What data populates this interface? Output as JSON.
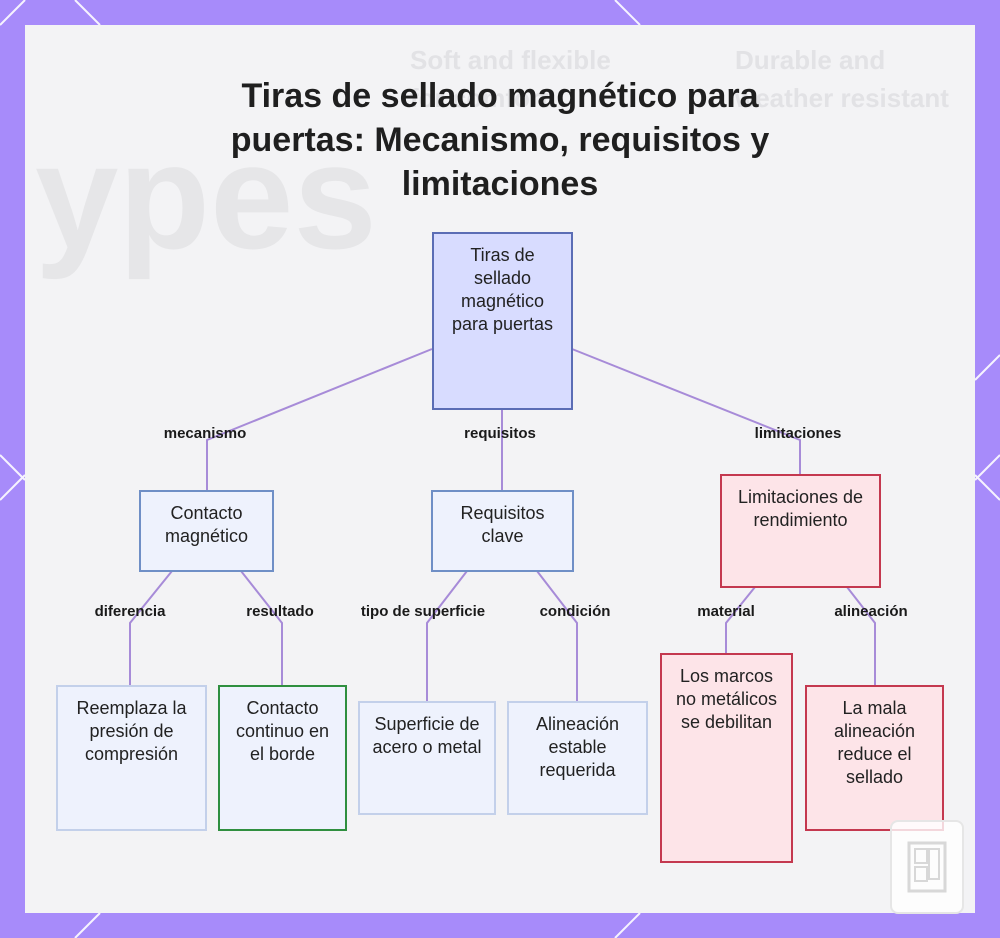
{
  "title": "Tiras de sellado magnético para puertas: Mecanismo, requisitos y limitaciones",
  "background_text": {
    "big": "ypes",
    "a": "Soft and flexible",
    "b": "for comfort",
    "c": "Durable and",
    "d": "weather resistant"
  },
  "colors": {
    "frame": "#a78bfa",
    "edge": "#a78bd8",
    "root_fill": "#d8dcff",
    "limit_fill": "#fde4e8",
    "limit_border": "#c4384f",
    "result_border": "#2f8f3f"
  },
  "nodes": {
    "root": "Tiras de sellado magnético para puertas",
    "contacto": "Contacto magnético",
    "requisitos": "Requisitos clave",
    "limitaciones": "Limitaciones de rendimiento",
    "reemplaza": "Reemplaza la presión de compresión",
    "continuo": "Contacto continuo en el borde",
    "superficie": "Superficie de acero o metal",
    "alineacion": "Alineación estable requerida",
    "marcos": "Los marcos no metálicos se debilitan",
    "mala": "La mala alineación reduce el sellado"
  },
  "edge_labels": {
    "mecanismo": "mecanismo",
    "requisitos": "requisitos",
    "limitaciones": "limitaciones",
    "diferencia": "diferencia",
    "resultado": "resultado",
    "tipo_superficie": "tipo de superficie",
    "condicion": "condición",
    "material": "material",
    "alineacion": "alineación"
  }
}
